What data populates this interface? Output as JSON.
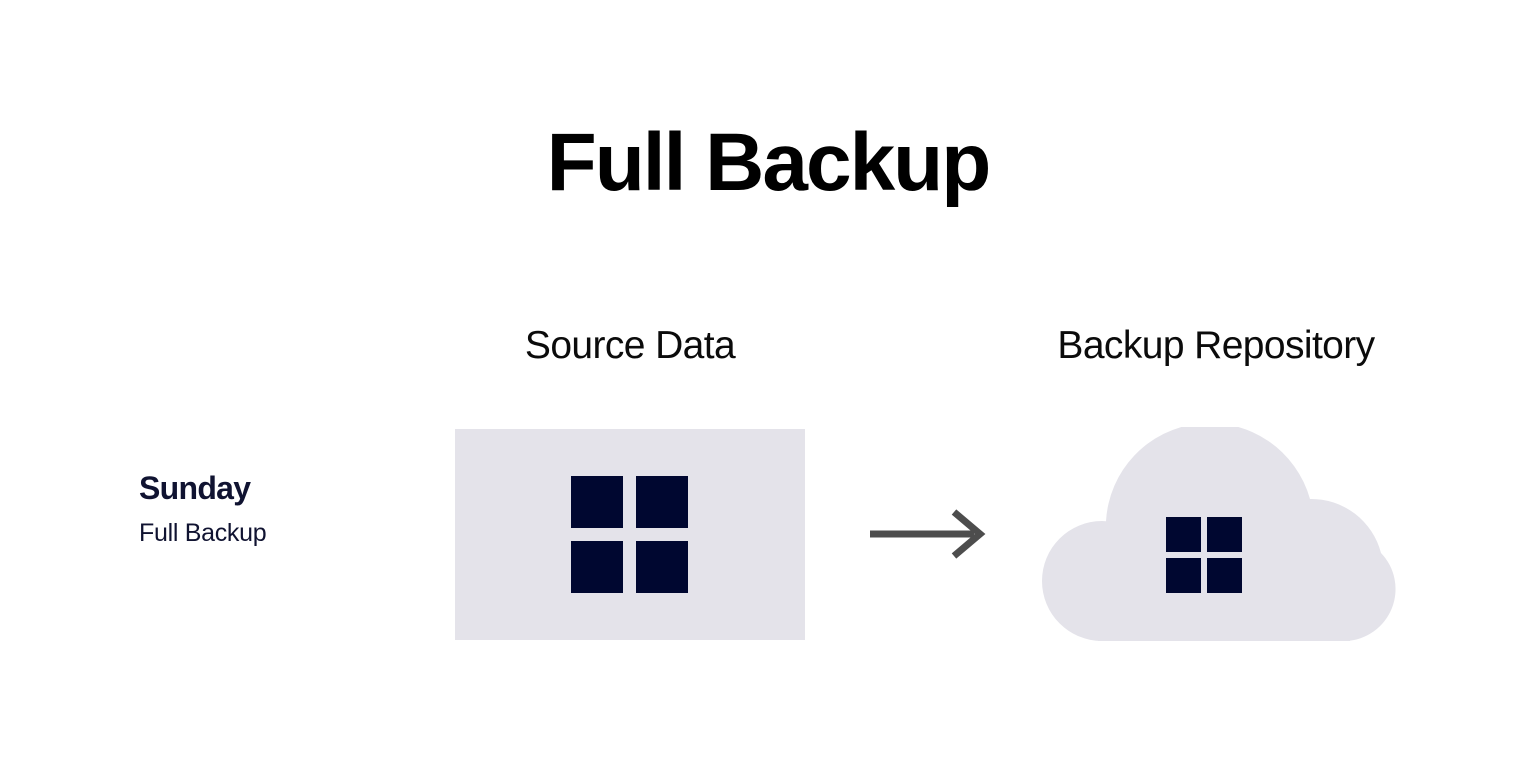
{
  "page": {
    "background_color": "#ffffff",
    "title": "Full Backup"
  },
  "columns": {
    "source_label": "Source Data",
    "repository_label": "Backup Repository"
  },
  "row": {
    "day": "Sunday",
    "backup_type": "Full Backup"
  },
  "diagram": {
    "source_box": {
      "name": "source-data-box",
      "fill_color": "#e4e3ea",
      "tile_color": "#000730",
      "tile_count": 4
    },
    "arrow": {
      "name": "flow-arrow",
      "direction": "right",
      "color": "#4d4d4d"
    },
    "repository_cloud": {
      "name": "backup-repository-cloud",
      "fill_color": "#e4e3ea",
      "tile_color": "#000730",
      "tile_count": 4
    }
  },
  "colors": {
    "navy": "#101331",
    "tile_navy": "#000730",
    "surface_gray": "#e4e3ea",
    "arrow_gray": "#4d4d4d",
    "text_black": "#000000"
  }
}
